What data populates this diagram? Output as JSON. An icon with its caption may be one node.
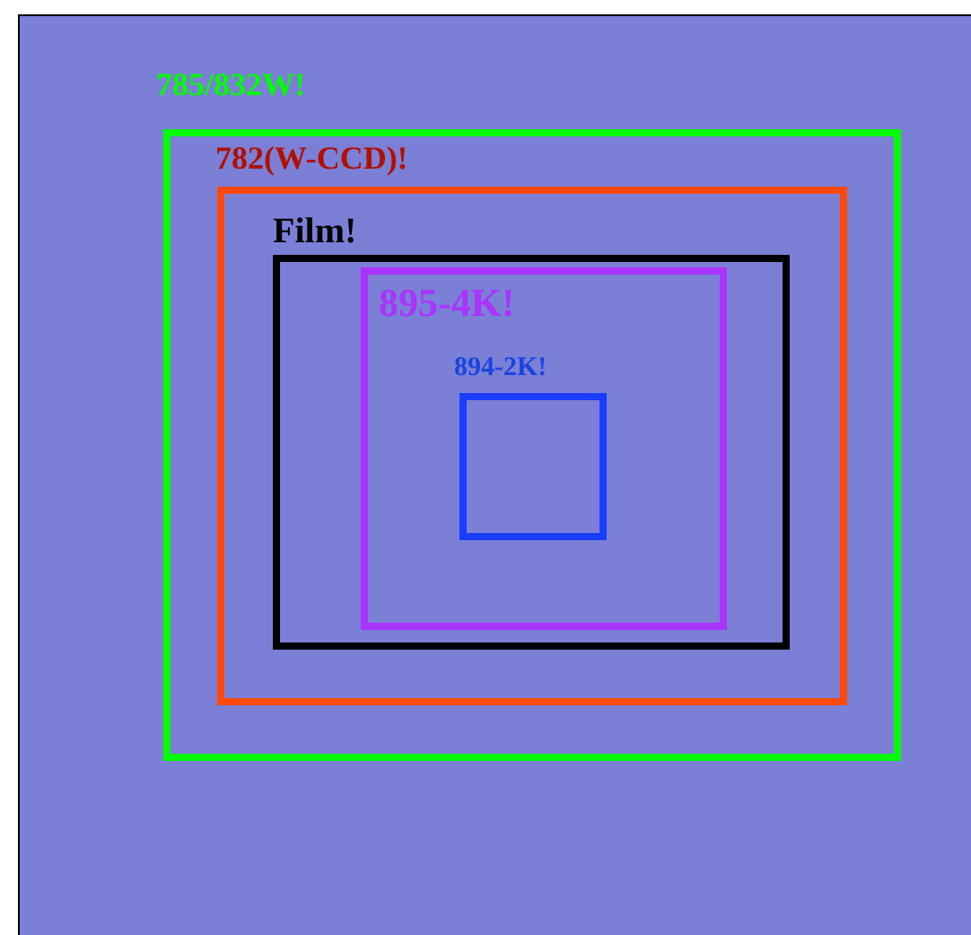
{
  "diagram": {
    "nodes": [
      {
        "text": [
          "785/832W!"
        ]
      },
      {
        "text": [
          "782(W-CCD)!"
        ],
        "in": 0
      },
      {
        "text": [
          "Film!"
        ],
        "in": 1
      },
      {
        "text": [
          "895-4K!"
        ],
        "in": 2
      },
      {
        "text": [
          "894-2K!"
        ],
        "in": 3
      }
    ]
  }
}
